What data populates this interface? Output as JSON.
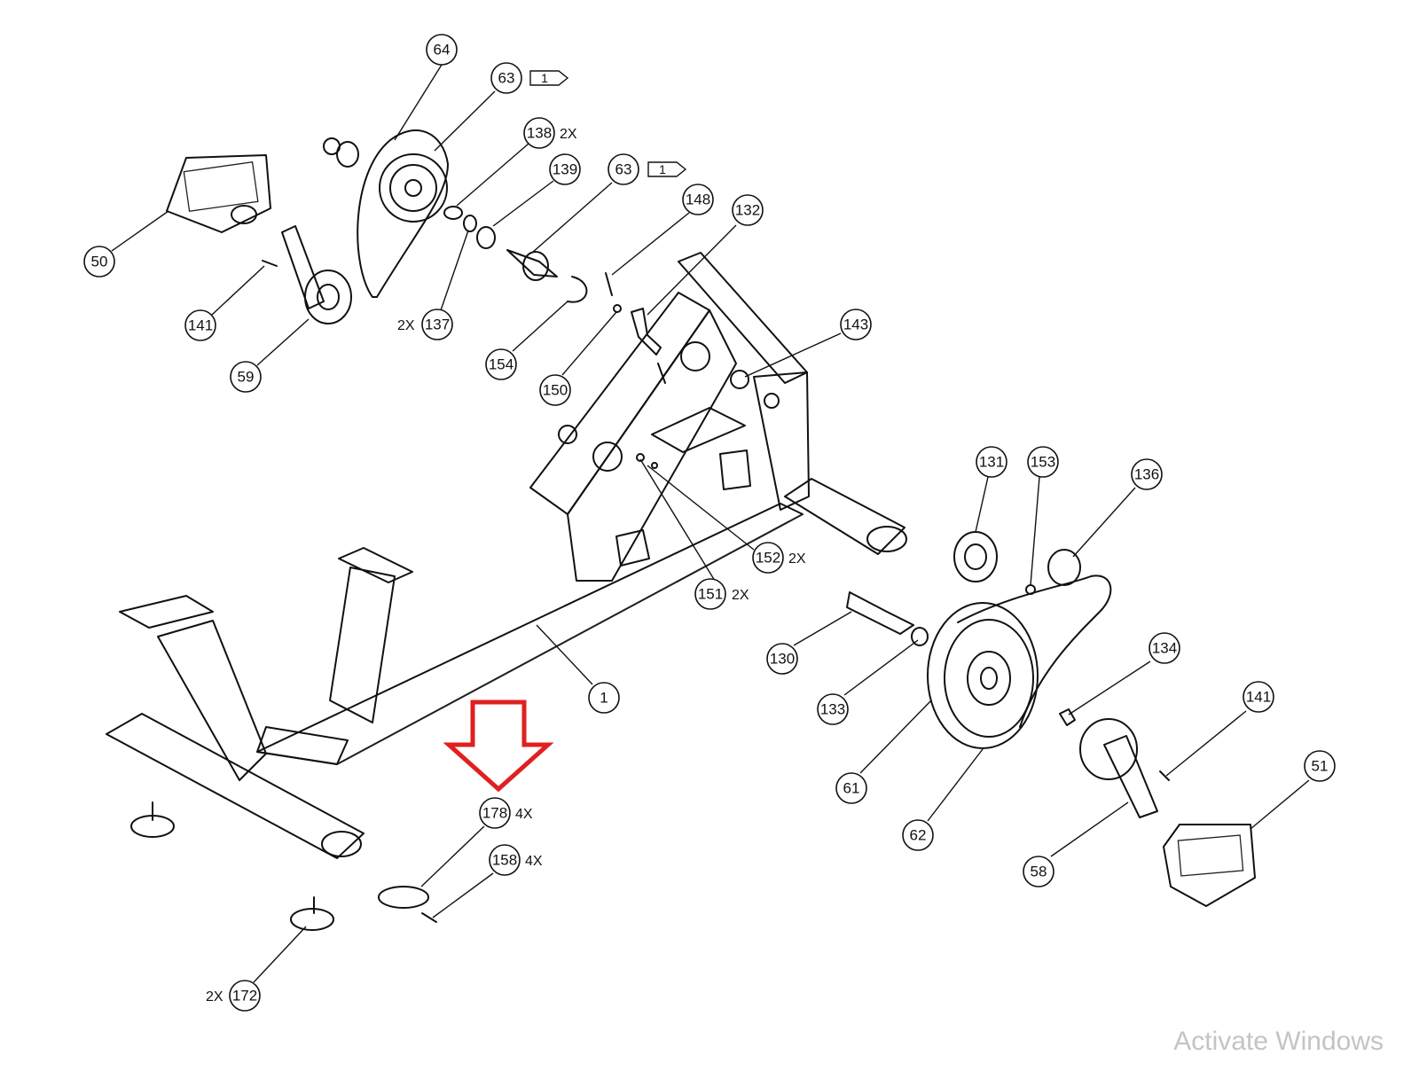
{
  "callouts": [
    {
      "id": "64",
      "qty": ""
    },
    {
      "id": "63",
      "qty": "",
      "flag": "1"
    },
    {
      "id": "138",
      "qty": "2X"
    },
    {
      "id": "139",
      "qty": ""
    },
    {
      "id": "63",
      "qty": "",
      "flag": "1"
    },
    {
      "id": "148",
      "qty": ""
    },
    {
      "id": "132",
      "qty": ""
    },
    {
      "id": "50",
      "qty": ""
    },
    {
      "id": "141",
      "qty": ""
    },
    {
      "id": "137",
      "qty": "2X"
    },
    {
      "id": "154",
      "qty": ""
    },
    {
      "id": "150",
      "qty": ""
    },
    {
      "id": "143",
      "qty": ""
    },
    {
      "id": "59",
      "qty": ""
    },
    {
      "id": "131",
      "qty": ""
    },
    {
      "id": "153",
      "qty": ""
    },
    {
      "id": "136",
      "qty": ""
    },
    {
      "id": "152",
      "qty": "2X"
    },
    {
      "id": "151",
      "qty": "2X"
    },
    {
      "id": "130",
      "qty": ""
    },
    {
      "id": "1",
      "qty": ""
    },
    {
      "id": "134",
      "qty": ""
    },
    {
      "id": "133",
      "qty": ""
    },
    {
      "id": "141",
      "qty": ""
    },
    {
      "id": "51",
      "qty": ""
    },
    {
      "id": "61",
      "qty": ""
    },
    {
      "id": "62",
      "qty": ""
    },
    {
      "id": "178",
      "qty": "4X"
    },
    {
      "id": "158",
      "qty": "4X"
    },
    {
      "id": "58",
      "qty": ""
    },
    {
      "id": "172",
      "qty": "2X"
    }
  ],
  "highlight_arrow_color": "#e02020",
  "watermark": "Activate Windows"
}
